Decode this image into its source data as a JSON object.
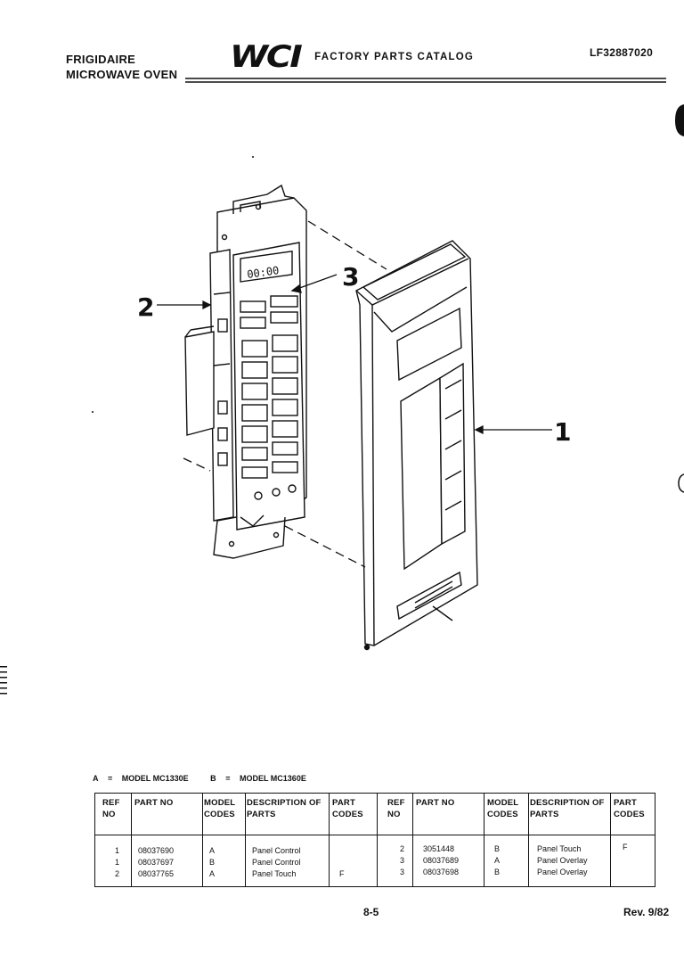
{
  "header": {
    "brand": "FRIGIDAIRE",
    "product": "MICROWAVE OVEN",
    "logo_text": "WCI",
    "catalog_title": "FACTORY PARTS CATALOG",
    "catalog_number": "LF32887020"
  },
  "diagram": {
    "callouts": [
      "1",
      "2",
      "3"
    ],
    "display_readout": "00:00"
  },
  "legend": {
    "a_key": "A",
    "a_model": "MODEL MC1330E",
    "b_key": "B",
    "b_model": "MODEL MC1360E",
    "separator": "="
  },
  "table": {
    "headers": {
      "ref": "REF NO",
      "part": "PART NO",
      "model": "MODEL CODES",
      "description": "DESCRIPTION OF PARTS",
      "part_codes": "PART CODES"
    },
    "left_rows": [
      {
        "ref": "1",
        "part": "08037690",
        "model": "A",
        "description": "Panel Control",
        "code": ""
      },
      {
        "ref": "1",
        "part": "08037697",
        "model": "B",
        "description": "Panel Control",
        "code": ""
      },
      {
        "ref": "2",
        "part": "08037765",
        "model": "A",
        "description": "Panel Touch",
        "code": "F"
      }
    ],
    "right_rows": [
      {
        "ref": "2",
        "part": "3051448",
        "model": "B",
        "description": "Panel Touch",
        "code": "F"
      },
      {
        "ref": "3",
        "part": "08037689",
        "model": "A",
        "description": "Panel Overlay",
        "code": ""
      },
      {
        "ref": "3",
        "part": "08037698",
        "model": "B",
        "description": "Panel Overlay",
        "code": ""
      }
    ]
  },
  "footer": {
    "page": "8-5",
    "revision": "Rev. 9/82"
  }
}
